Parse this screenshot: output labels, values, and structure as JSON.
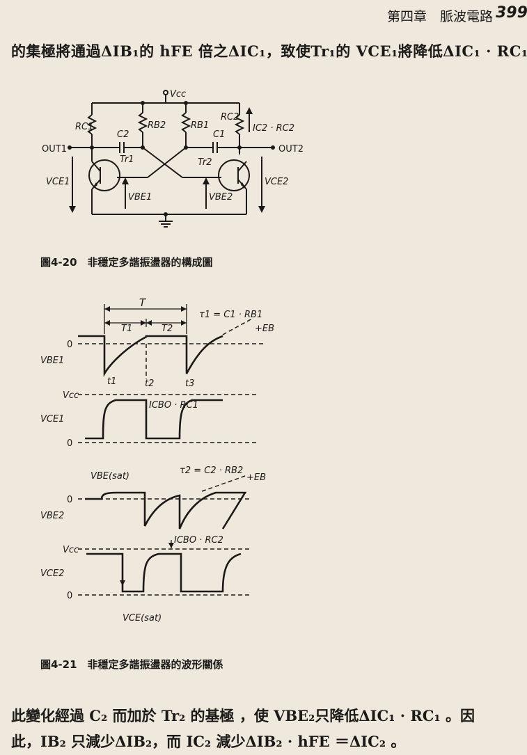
{
  "header": {
    "chapter": "第四章　脈波電路",
    "page_number": "399"
  },
  "text": {
    "line_top": "的集極將通過ΔIB₁的 hFE 倍之ΔIC₁，致使Tr₁的 VCE₁將降低ΔIC₁ · RC₁ 。",
    "line_bottom_1": "此變化經過 C₂ 而加於 Tr₂ 的基極 ，使 VBE₂只降低ΔIC₁ · RC₁ 。因",
    "line_bottom_2": "此，IB₂ 只減少ΔIB₂，而 IC₂ 減少ΔIB₂ · hFE ＝ΔIC₂ 。"
  },
  "figure1": {
    "caption": "圖4-20　非穩定多諧振盪器的構成圖",
    "labels": {
      "vcc": "Vcc",
      "rc1": "RC1",
      "rb2": "RB2",
      "rb1": "RB1",
      "rc2": "RC2",
      "c2": "C2",
      "c1": "C1",
      "ic2rc2": "IC2 · RC2",
      "out1": "OUT1",
      "out2": "OUT2",
      "tr1": "Tr1",
      "tr2": "Tr2",
      "vce1": "VCE1",
      "vbe1": "VBE1",
      "vbe2": "VBE2",
      "vce2": "VCE2"
    }
  },
  "figure2": {
    "caption": "圖4-21　非穩定多諧振盪器的波形關係",
    "labels": {
      "T": "T",
      "T1": "T1",
      "T2": "T2",
      "tau1": "τ1 = C1 · RB1",
      "plus_eb_1": "+EB",
      "zero": "0",
      "vbe1": "VBE1",
      "t1": "t1",
      "t2": "t2",
      "t3": "t3",
      "vcc": "Vcc",
      "icbo_rc1": "ICBO · RC1",
      "vce1": "VCE1",
      "vbe_sat": "VBE(sat)",
      "tau2": "τ2 = C2 · RB2",
      "plus_eb_2": "+EB",
      "vbe2": "VBE2",
      "icbo_rc2": "ICBO · RC2",
      "vce2": "VCE2",
      "vce_sat": "VCE(sat)"
    }
  },
  "colors": {
    "paper": "#efe8dc",
    "ink": "#1c1a18",
    "bleed": "#cfc6b8"
  }
}
